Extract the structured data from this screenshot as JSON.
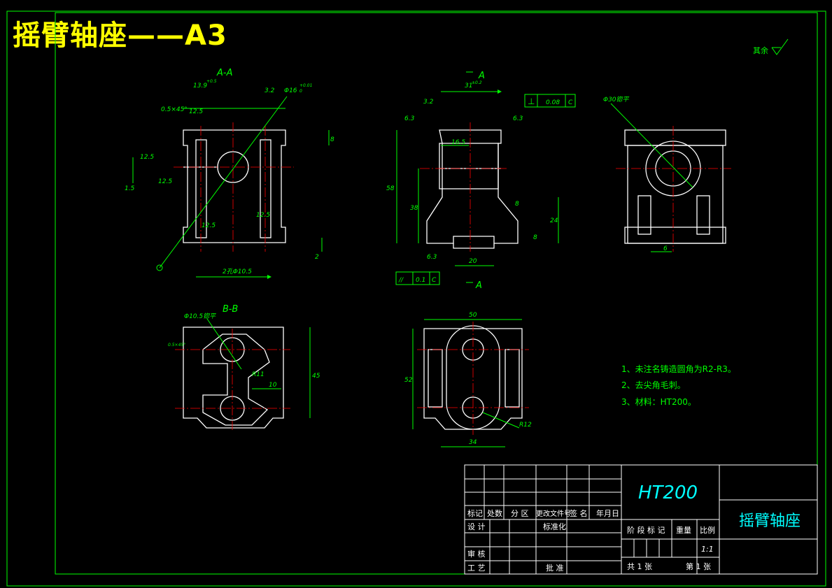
{
  "title": "摇臂轴座——A3",
  "roughness_note": "其余",
  "views": {
    "section_aa": {
      "label": "A-A",
      "dims": [
        "13.9",
        "0.5×45°",
        "Φ16",
        "8",
        "12.5",
        "12.5",
        "1.5",
        "12.5",
        "12.5",
        "12.5",
        "3.2",
        "2",
        "2孔Φ10.5"
      ],
      "tol_upper": "+0.01",
      "tol_lower": "0",
      "tol_small": "+0.5"
    },
    "front": {
      "dims": [
        "31",
        "±0.2",
        "3.2",
        "6.3",
        "6.3",
        "16.5",
        "58",
        "38",
        "24",
        "8",
        "8",
        "20",
        "6.3"
      ],
      "tol_perp": {
        "symbol": "⊥",
        "value": "0.08",
        "datum": "C"
      },
      "tol_par": {
        "symbol": "//",
        "value": "0.1",
        "datum": "C"
      },
      "section_marks": [
        "A",
        "A"
      ]
    },
    "side": {
      "dims": [
        "Φ30锪平",
        "6"
      ]
    },
    "section_bb": {
      "label": "B-B",
      "dims": [
        "Φ10.5锪平",
        "0.5×45°",
        "R11",
        "10",
        "45"
      ]
    },
    "bottom": {
      "dims": [
        "50",
        "52",
        "34",
        "R12"
      ]
    }
  },
  "notes": [
    "1、未注名铸造圆角为R2-R3。",
    "2、去尖角毛刺。",
    "3、材料：HT200。"
  ],
  "title_block": {
    "material": "HT200",
    "part_name": "摇臂轴座",
    "header_cells": [
      "标记",
      "处数",
      "分 区",
      "更改文件号",
      "签 名",
      "年月日"
    ],
    "rows": [
      "设 计",
      "标准化",
      "审 核",
      "工 艺",
      "批 准"
    ],
    "stage_label": "阶 段 标 记",
    "weight_label": "重量",
    "scale_label": "比例",
    "scale_value": "1:1",
    "sheet_total": "共 1 张",
    "sheet_no": "第 1 张"
  },
  "colors": {
    "background": "#000000",
    "outline": "#ffffff",
    "dimension": "#00ff00",
    "centerline": "#ff0000",
    "hatch": "#ff00ff",
    "title": "#ffff00",
    "block_text": "#00ffff"
  }
}
